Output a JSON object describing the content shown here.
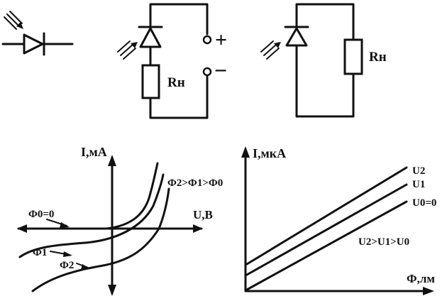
{
  "circuit": {
    "load_label_1": "Rн",
    "load_label_2": "Rн",
    "plus": "+",
    "minus": "−"
  },
  "graph_left": {
    "y_axis": "I,мА",
    "x_axis": "U,В",
    "relation": "Ф2>Ф1>Ф0",
    "curves": [
      "Ф0=0",
      "Ф1",
      "Ф2"
    ]
  },
  "graph_right": {
    "y_axis": "I,мкА",
    "x_axis": "Ф,лм",
    "relation": "U2>U1>U0",
    "curves": [
      "U2",
      "U1",
      "U0=0"
    ]
  }
}
